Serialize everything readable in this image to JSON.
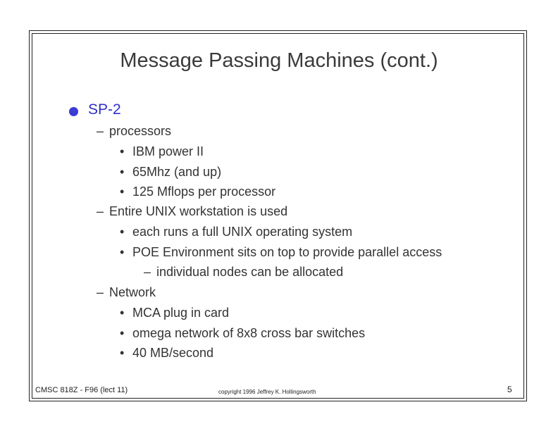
{
  "slide": {
    "title": "Message Passing Machines (cont.)",
    "accent_color": "#3030c8",
    "bullet_icon": "filled-circle-bullet-icon",
    "main_bullet": "SP-2",
    "outline": [
      {
        "marker": "–",
        "text": "processors"
      },
      {
        "marker": "•",
        "text": "IBM power II"
      },
      {
        "marker": "•",
        "text": "65Mhz (and up)"
      },
      {
        "marker": "•",
        "text": "125 Mflops per processor"
      },
      {
        "marker": "–",
        "text": "Entire UNIX workstation is used"
      },
      {
        "marker": "•",
        "text": "each runs a full UNIX operating system"
      },
      {
        "marker": "•",
        "text": "POE Environment sits on top to provide parallel access"
      },
      {
        "marker": "–",
        "text": "individual nodes can be allocated"
      },
      {
        "marker": "–",
        "text": "Network"
      },
      {
        "marker": "•",
        "text": "MCA plug in card"
      },
      {
        "marker": "•",
        "text": "omega network of 8x8 cross bar switches"
      },
      {
        "marker": "•",
        "text": "40 MB/second"
      }
    ]
  },
  "footer": {
    "course": "CMSC 818Z - F96  (lect 11)",
    "copyright": "copyright 1996  Jeffrey K. Hollingsworth",
    "page_number": "5"
  }
}
